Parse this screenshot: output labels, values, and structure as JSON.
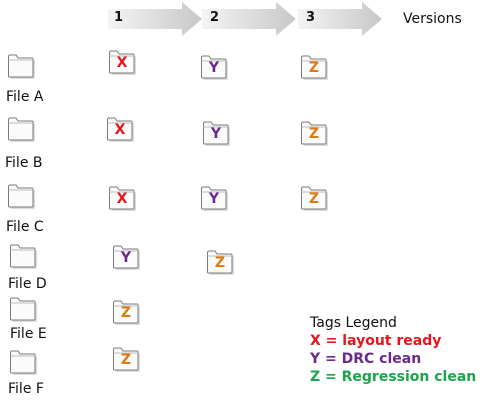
{
  "versions": {
    "title": "Versions",
    "columns": [
      {
        "label": "1"
      },
      {
        "label": "2"
      },
      {
        "label": "3"
      }
    ]
  },
  "files": [
    {
      "name": "File A",
      "tags": [
        "X",
        "Y",
        "Z"
      ]
    },
    {
      "name": "File B",
      "tags": [
        "X",
        "Y",
        "Z"
      ]
    },
    {
      "name": "File C",
      "tags": [
        "X",
        "Y",
        "Z"
      ]
    },
    {
      "name": "File D",
      "tags": [
        "Y",
        "Z"
      ]
    },
    {
      "name": "File E",
      "tags": [
        "Z"
      ]
    },
    {
      "name": "File F",
      "tags": [
        "Z"
      ]
    }
  ],
  "legend": {
    "title": "Tags Legend",
    "items": [
      {
        "tag": "X",
        "text": "X = layout ready",
        "color": "#e8141b"
      },
      {
        "tag": "Y",
        "text": "Y = DRC clean",
        "color": "#6a2a8c"
      },
      {
        "tag": "Z",
        "text": "Z = Regression clean",
        "color": "#1ea34a"
      }
    ]
  },
  "tag_colors": {
    "X": "#e8141b",
    "Y": "#6a2a8c",
    "Z": "#e07a10"
  },
  "icons": {
    "folder": "folder-icon",
    "arrow": "arrow-right-icon"
  }
}
